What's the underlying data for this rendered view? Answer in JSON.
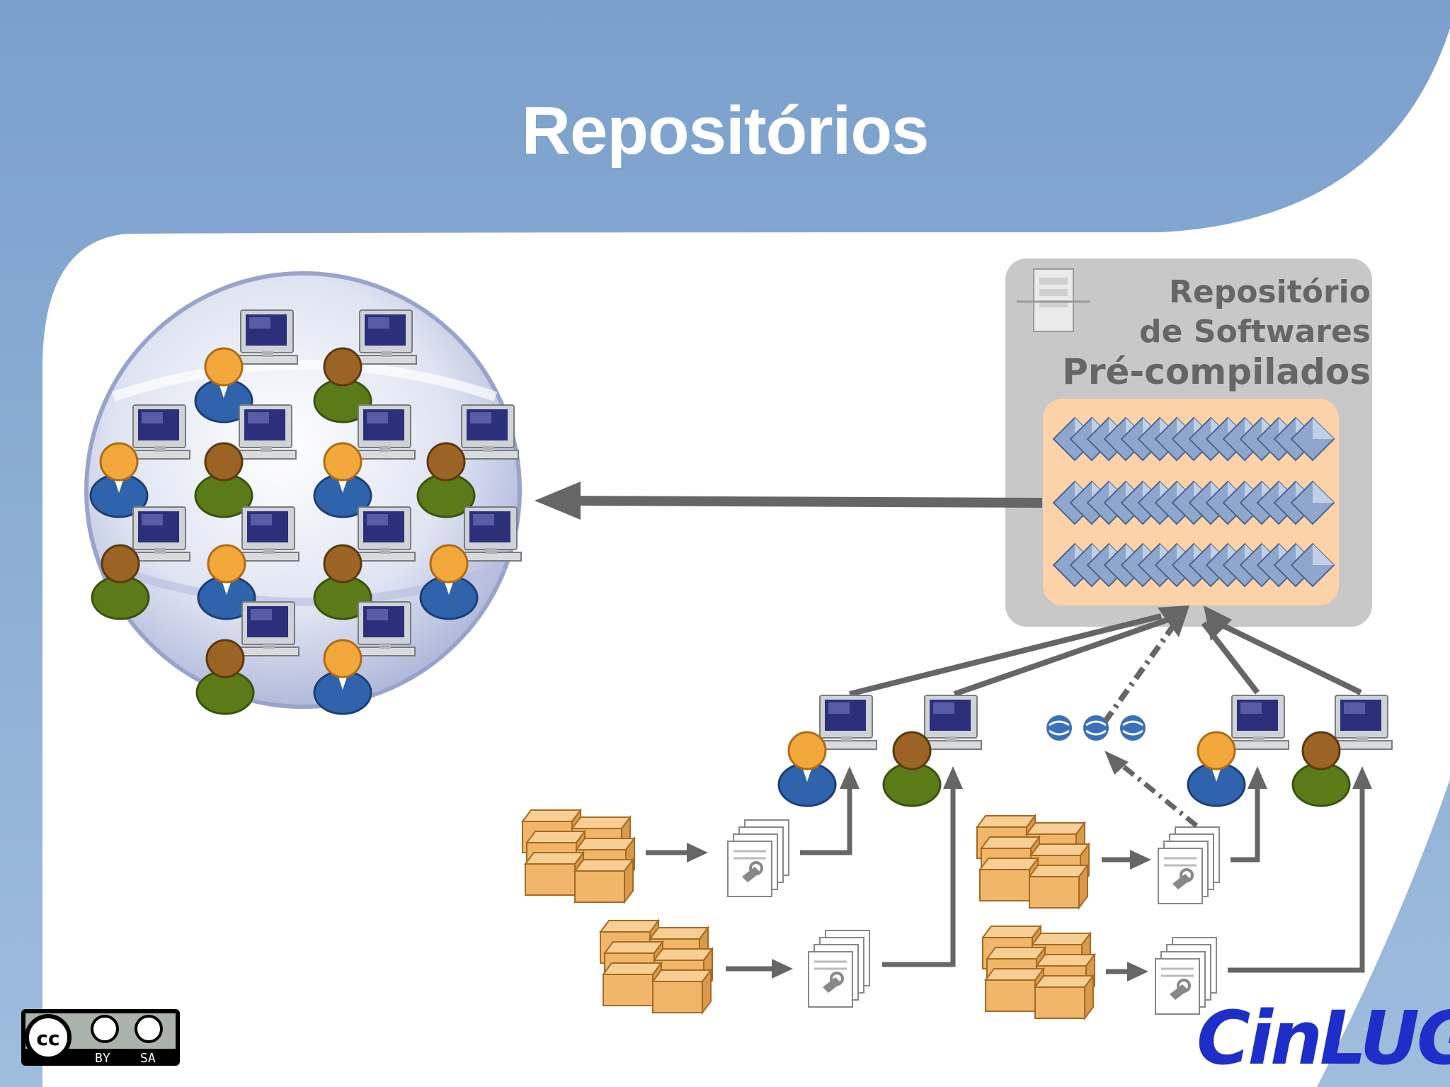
{
  "slide": {
    "title": "Repositórios"
  },
  "repository": {
    "line1": "Repositório",
    "line2": "de Softwares",
    "line3": "Pré-compilados"
  },
  "license": {
    "by": "BY",
    "sa": "SA"
  },
  "logo": {
    "text": "CinLUG"
  },
  "colors": {
    "header_blue": "#7fa3cc",
    "slide_white": "#ffffff",
    "repo_box": "#c8c8c8",
    "repo_inner": "#fcd3a8",
    "arrow": "#666666",
    "logo_blue": "#1e2ec8"
  }
}
